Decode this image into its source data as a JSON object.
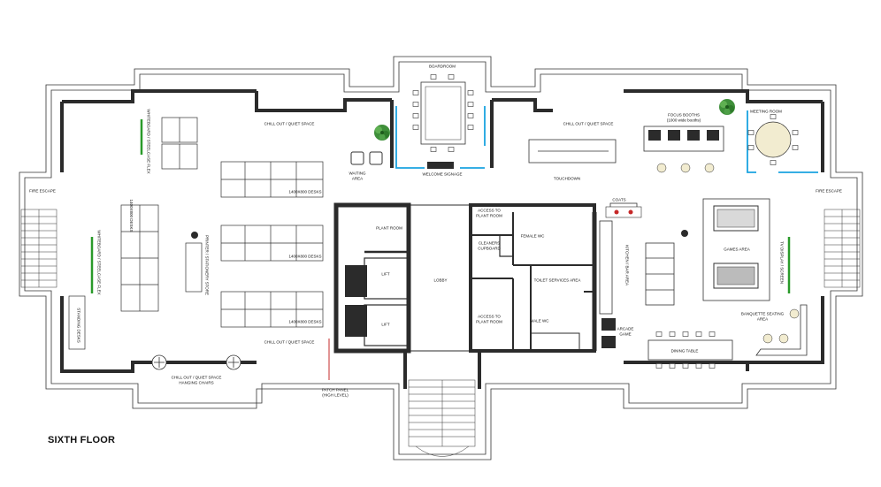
{
  "drawing_title": "SIXTH FLOOR",
  "rooms": {
    "boardroom": "BOARDROOM",
    "welcome_signage": "WELCOME SIGNAGE",
    "chill_out_top_left": "CHILL OUT / QUIET SPACE",
    "chill_out_top_right": "CHILL OUT / QUIET SPACE",
    "chill_out_bottom_mid": "CHILL OUT / QUIET SPACE",
    "chill_out_hanging_1": "CHILL OUT / QUIET SPACE",
    "chill_out_hanging_2": "HANGING CHAIRS",
    "waiting_area_1": "WAITING",
    "waiting_area_2": "AREA",
    "touchdown": "TOUCHDOWN",
    "focus_booths_1": "FOCUS BOOTHS",
    "focus_booths_2": "(1000 wide booths)",
    "meeting_room": "MEETING ROOM",
    "fire_escape_left": "FIRE ESCAPE",
    "fire_escape_right": "FIRE ESCAPE",
    "plant_room": "PLANT ROOM",
    "access_plant_top_1": "ACCESS TO",
    "access_plant_top_2": "PLANT ROOM",
    "cleaners_1": "CLEANERS",
    "cleaners_2": "CUPBOARD",
    "female_wc": "FEMALE WC",
    "toilet_services": "TOILET SERVICES AREA",
    "male_wc": "MALE WC",
    "access_plant_bottom_1": "ACCESS TO",
    "access_plant_bottom_2": "PLANT ROOM",
    "lift_1": "LIFT",
    "lift_2": "LIFT",
    "lobby": "LOBBY",
    "coats": "COATS",
    "games_area": "GAMES AREA",
    "banquette_1": "BANQUETTE SEATING",
    "banquette_2": "AREA",
    "dining_table": "DINING TABLE",
    "patch_panel_1": "PATCH PANEL",
    "patch_panel_2": "(HIGH LEVEL)",
    "arcade_1": "ARCADE",
    "arcade_2": "GAME"
  },
  "desk_labels": {
    "desk_a": "1400X800 DESKS",
    "desk_b": "1400X800 DESKS",
    "desk_c": "1400X800 DESKS",
    "desk_left": "1400X800 DESKS"
  },
  "vertical_labels": {
    "whiteboard_top": "WHITEBOARD / STEELCASE FLEX",
    "whiteboard_left": "WHITEBOARD / STEELCASE FLEX",
    "printer": "PRINTER / STATIONERY STORE",
    "standing_desks": "STANDING DESKS",
    "kitchen": "KITCHEN / BAR AREA",
    "tv_screen": "TV DISPLAY / SCREEN"
  },
  "colors": {
    "wall": "#2b2b2b",
    "line": "#333333",
    "glass": "#1aa3e0",
    "green": "#2a9a2a",
    "tree": "#3f8f3a"
  }
}
